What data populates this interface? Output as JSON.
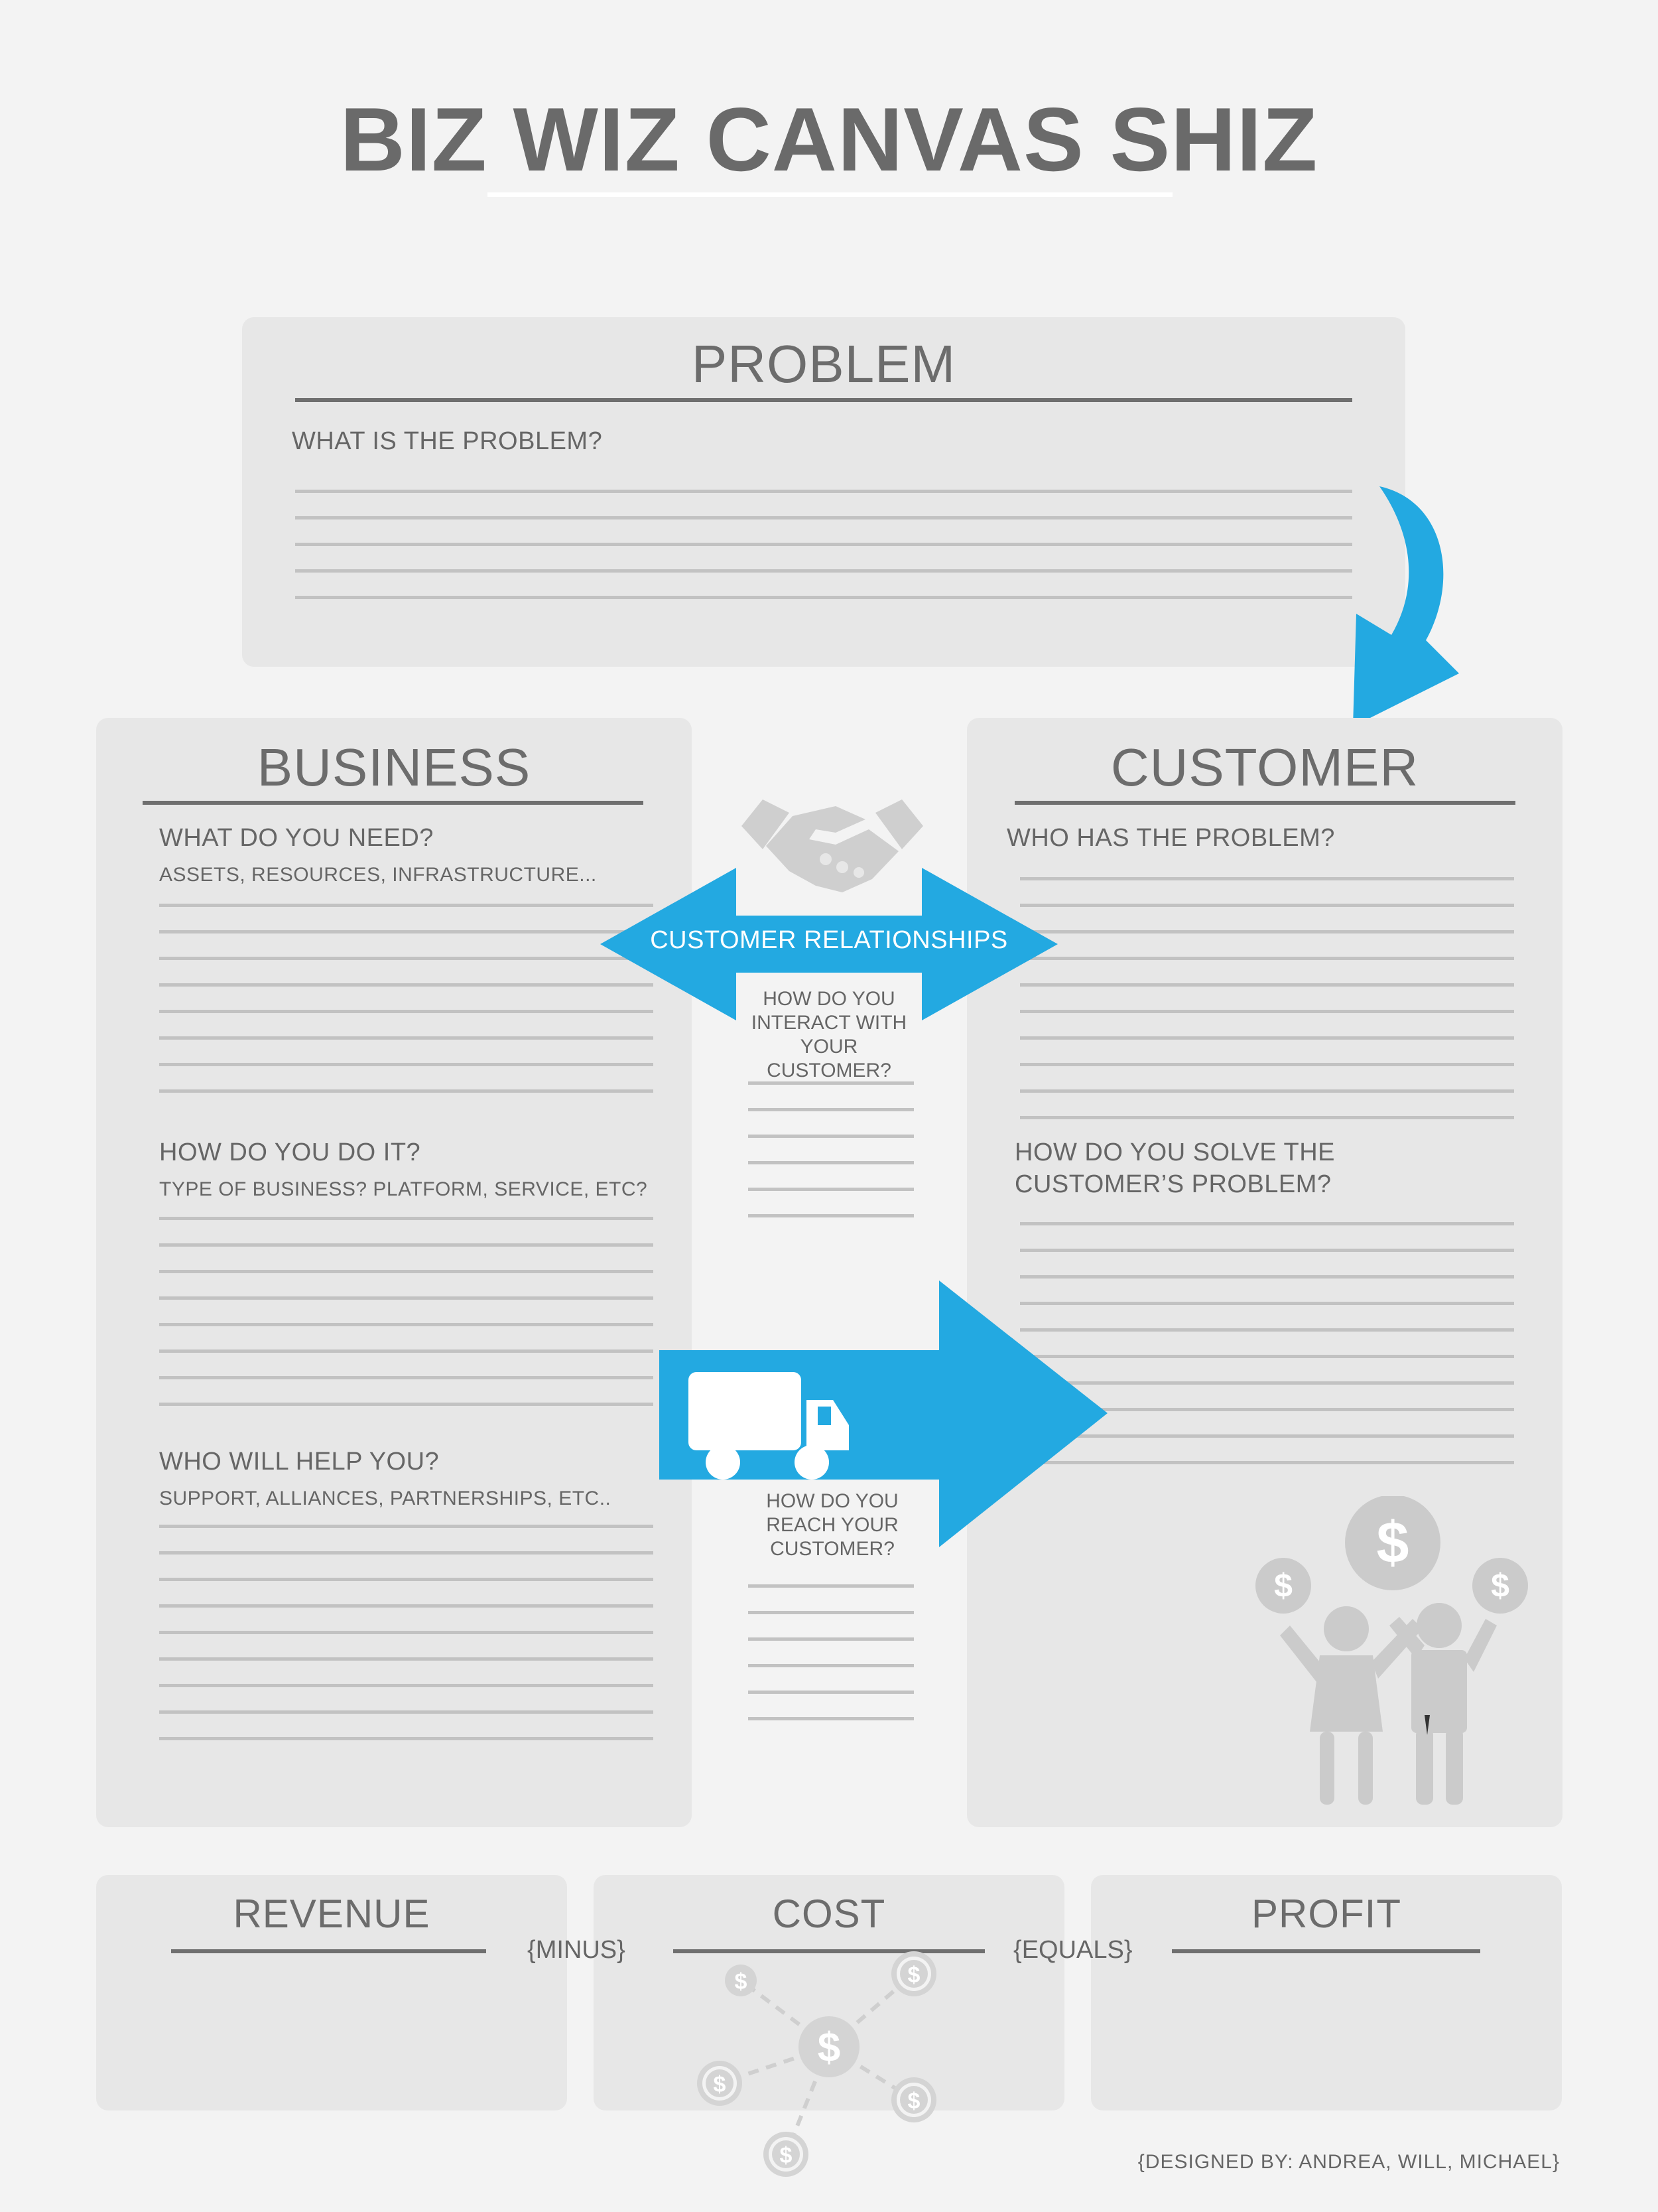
{
  "title": "BIZ WIZ CANVAS SHIZ",
  "problem": {
    "heading": "PROBLEM",
    "question": "WHAT IS THE PROBLEM?"
  },
  "business": {
    "heading": "BUSINESS",
    "need_question": "WHAT DO YOU NEED?",
    "need_hint": "ASSETS, RESOURCES, INFRASTRUCTURE...",
    "do_question": "HOW DO YOU DO IT?",
    "do_hint": "TYPE OF BUSINESS? PLATFORM, SERVICE, ETC?",
    "help_question": "WHO WILL HELP YOU?",
    "help_hint": "SUPPORT, ALLIANCES, PARTNERSHIPS, ETC.."
  },
  "customer": {
    "heading": "CUSTOMER",
    "who_question": "WHO HAS THE PROBLEM?",
    "solve_question_line1": "HOW DO YOU SOLVE THE",
    "solve_question_line2": "CUSTOMER’S PROBLEM?"
  },
  "relationships": {
    "label": "CUSTOMER RELATIONSHIPS",
    "question_line1": "HOW DO YOU",
    "question_line2": "INTERACT WITH",
    "question_line3": "YOUR CUSTOMER?"
  },
  "channels": {
    "question_line1": "HOW DO YOU",
    "question_line2": "REACH YOUR",
    "question_line3": "CUSTOMER?"
  },
  "finance": {
    "revenue": "REVENUE",
    "minus": "{MINUS}",
    "cost": "COST",
    "equals": "{EQUALS}",
    "profit": "PROFIT"
  },
  "credit": "{DESIGNED BY: ANDREA, WILL, MICHAEL}",
  "icons": [
    "handshake-icon",
    "delivery-truck-icon",
    "curved-arrow-icon",
    "double-arrow-icon",
    "people-money-icon",
    "dollar-network-icon"
  ],
  "colors": {
    "accent": "#23a9e1",
    "panel": "#e7e7e7",
    "background": "#f3f3f3",
    "text": "#666666",
    "icon_gray": "#c8c8c8"
  }
}
